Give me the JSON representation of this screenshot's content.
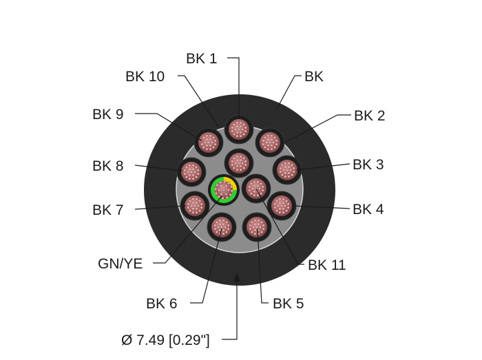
{
  "diagram": {
    "labels": {
      "bk1": "BK 1",
      "bk10": "BK 10",
      "bk_jacket": "BK",
      "bk9": "BK 9",
      "bk2": "BK 2",
      "bk8": "BK 8",
      "bk3": "BK 3",
      "bk7": "BK 7",
      "bk4": "BK 4",
      "gnye": "GN/YE",
      "bk11": "BK 11",
      "bk6": "BK 6",
      "bk5": "BK 5",
      "diameter": "Ø 7.49 [0.29\"]"
    },
    "colors": {
      "jacket": "#2b2b2b",
      "filler": "#8c8c8c",
      "insulation": "#1e1e1e",
      "copper": "#b56e6e",
      "strand_highlight": "#e7b4b4",
      "ground_green": "#2fcf2f",
      "ground_yellow": "#f0d000"
    }
  }
}
